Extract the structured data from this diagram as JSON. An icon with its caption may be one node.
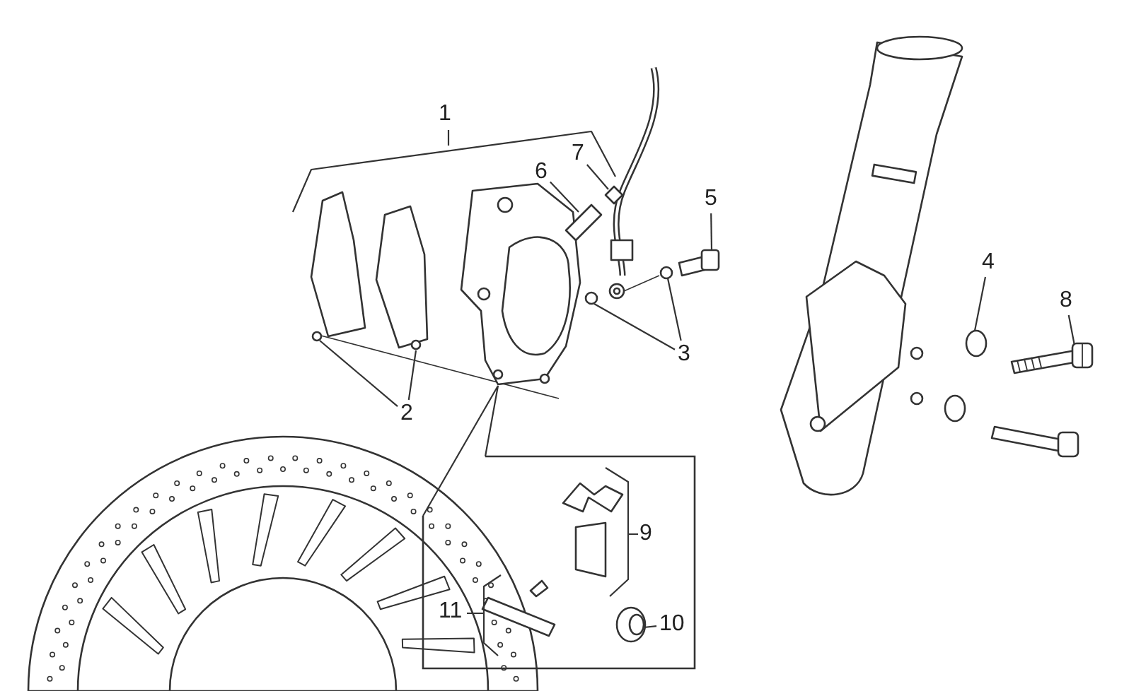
{
  "diagram": {
    "nodes": [
      {
        "text": [
          "1"
        ]
      },
      {
        "text": [
          "2"
        ]
      },
      {
        "text": [
          "3"
        ]
      },
      {
        "text": [
          "4"
        ]
      },
      {
        "text": [
          "5"
        ]
      },
      {
        "text": [
          "6"
        ]
      },
      {
        "text": [
          "7"
        ]
      },
      {
        "text": [
          "8"
        ]
      },
      {
        "text": [],
        "shape": "box"
      },
      {
        "text": [
          "9"
        ],
        "in": 8
      },
      {
        "text": [
          "10"
        ],
        "in": 8
      },
      {
        "text": [
          "11"
        ],
        "in": 8
      },
      {
        "text": [],
        "shape": "picture"
      },
      {
        "text": [],
        "shape": "picture"
      },
      {
        "text": [],
        "shape": "picture"
      },
      {
        "text": [],
        "shape": "picture"
      },
      {
        "text": [],
        "shape": "picture"
      },
      {
        "text": [],
        "shape": "circle"
      },
      {
        "text": [],
        "shape": "circle"
      },
      {
        "text": [],
        "shape": "picture"
      },
      {
        "text": [],
        "shape": "circle"
      },
      {
        "text": [],
        "shape": "bar"
      },
      {
        "text": [],
        "shape": "picture",
        "in": 8
      }
    ],
    "edges": [
      {
        "from": 1,
        "to": 12,
        "arrow": "none"
      },
      {
        "from": 1,
        "to": 13,
        "arrow": "none"
      },
      {
        "from": 2,
        "to": 17,
        "arrow": "none"
      },
      {
        "from": 2,
        "to": 18,
        "arrow": "none"
      },
      {
        "from": 3,
        "to": 20,
        "arrow": "none"
      },
      {
        "from": 4,
        "to": 19,
        "arrow": "none"
      },
      {
        "from": 5,
        "to": 15,
        "arrow": "none"
      },
      {
        "from": 6,
        "to": 16,
        "arrow": "none"
      },
      {
        "from": 7,
        "to": 21,
        "arrow": "none"
      },
      {
        "from": 10,
        "to": 22,
        "arrow": "none"
      },
      {
        "from": 14,
        "to": 8,
        "arrow": "none"
      },
      {
        "from": 14,
        "to": 8,
        "arrow": "none"
      }
    ]
  }
}
